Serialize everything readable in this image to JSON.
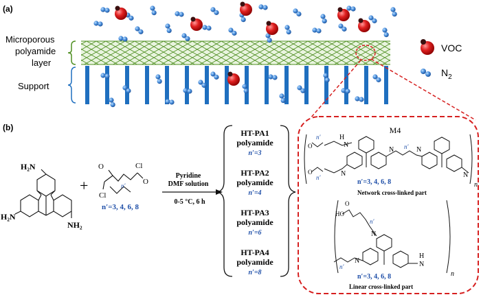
{
  "panel_a": {
    "label": "(a)",
    "layer_label_line1": "Microporous",
    "layer_label_line2": "polyamide",
    "layer_label_line3": "layer",
    "support_label": "Support",
    "legend_voc": "VOC",
    "legend_n2": "N",
    "legend_n2_sub": "2"
  },
  "panel_b": {
    "label": "(b)",
    "reagent_line1": "Pyridine",
    "reagent_line2": "DMF solution",
    "reagent_line3": "0-5 °C, 6 h",
    "monomer_nh2_top": "H₂N",
    "monomer_nh2_left": "H₂N",
    "monomer_nh2_right": "NH₂",
    "plus": "+",
    "acyl_cl1": "Cl",
    "acyl_cl2": "Cl",
    "acyl_n": "n′",
    "acyl_n_values": "n′=3, 4, 6, 8",
    "products": [
      {
        "name": "HT-PA1",
        "sub": "polyamide",
        "n": "n′=3"
      },
      {
        "name": "HT-PA2",
        "sub": "polyamide",
        "n": "n′=4"
      },
      {
        "name": "HT-PA3",
        "sub": "polyamide",
        "n": "n′=6"
      },
      {
        "name": "HT-PA4",
        "sub": "polyamide",
        "n": "n′=8"
      }
    ],
    "m4_title": "M4",
    "network_n": "n′=3, 4, 6, 8",
    "network_caption": "Network cross-linked part",
    "linear_n": "n′=3, 4, 6, 8",
    "linear_caption": "Linear cross-linked part",
    "repeat_n": "n"
  },
  "colors": {
    "voc": "#d81e1e",
    "n2": "#3a7fd0",
    "support": "#1f6fbf",
    "membrane": "#5a9a2a",
    "dashed": "#d61f1f",
    "n_label": "#1f4fa8"
  }
}
